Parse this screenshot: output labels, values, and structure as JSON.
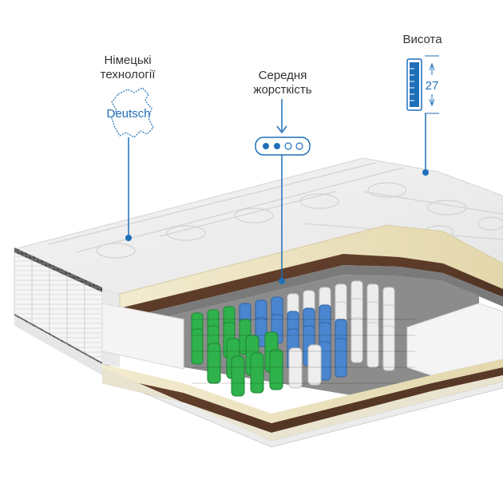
{
  "features": {
    "german_tech": {
      "label": "Німецькі технології",
      "badge": "Deutsch",
      "icon": "germany-map-icon"
    },
    "firmness": {
      "label": "Середня жорсткість",
      "level": 2,
      "max_level": 4,
      "icon": "firmness-indicator-icon"
    },
    "height": {
      "label": "Висота",
      "value": "27",
      "icon": "height-gauge-icon"
    }
  },
  "colors": {
    "accent": "#1f6fb8",
    "cover": "#f1f1f1",
    "foam": "#ede4c4",
    "coir": "#5a3a26",
    "spring_green": "#29b24a",
    "spring_blue": "#3e7bc6",
    "spring_white": "#e8e8e8"
  }
}
